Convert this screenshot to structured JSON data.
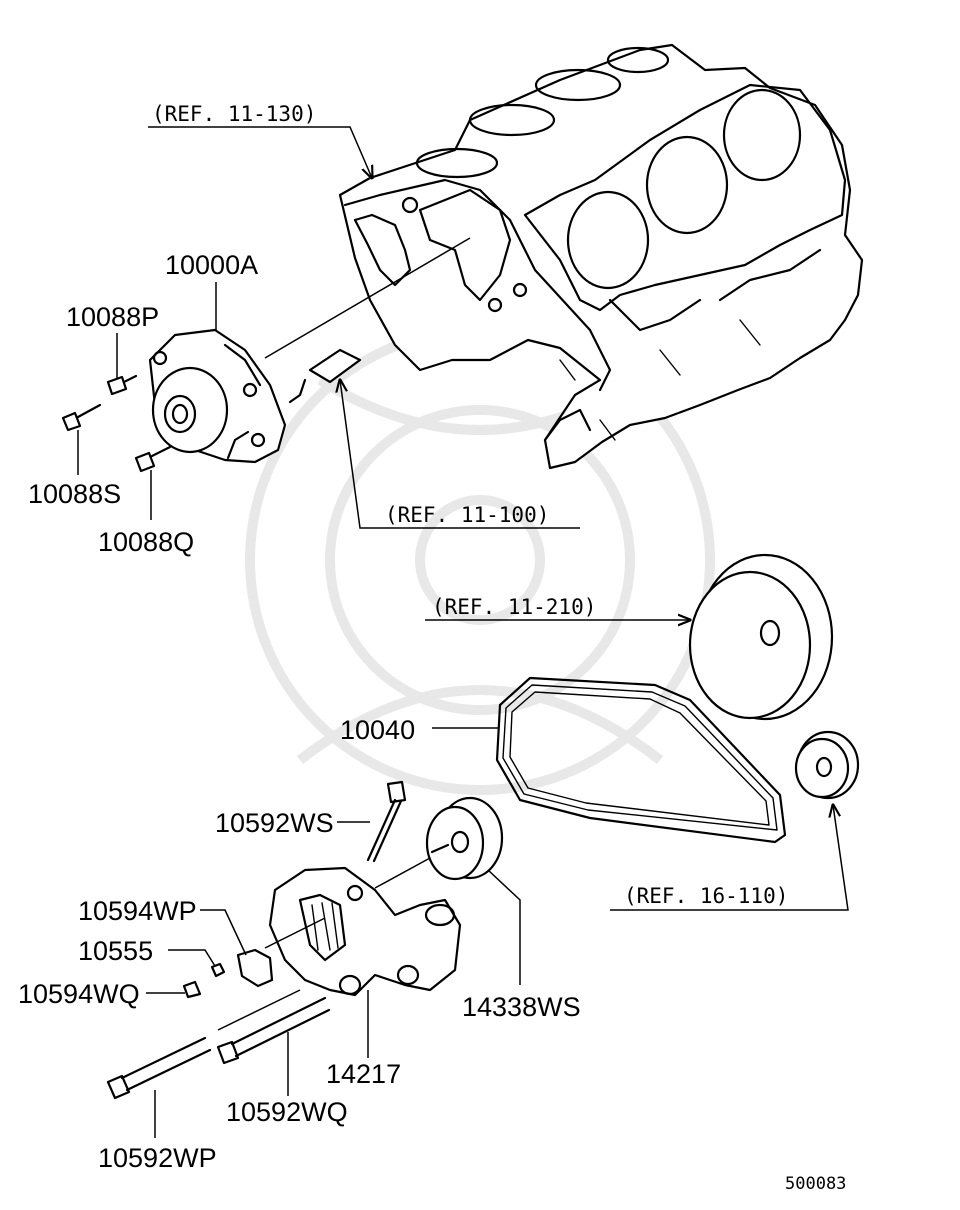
{
  "references": {
    "ref_11_130": "(REF. 11-130)",
    "ref_11_100": "(REF. 11-100)",
    "ref_11_210": "(REF. 11-210)",
    "ref_16_110": "(REF. 16-110)"
  },
  "parts": {
    "p10000A": "10000A",
    "p10088P": "10088P",
    "p10088S": "10088S",
    "p10088Q": "10088Q",
    "p10040": "10040",
    "p10592WS": "10592WS",
    "p10594WP": "10594WP",
    "p10555": "10555",
    "p10594WQ": "10594WQ",
    "p14338WS": "14338WS",
    "p14217": "14217",
    "p10592WQ": "10592WQ",
    "p10592WP": "10592WP"
  },
  "catalog_code": "500083",
  "colors": {
    "line": "#000000",
    "background": "#ffffff",
    "watermark": "#e8e8e8"
  }
}
